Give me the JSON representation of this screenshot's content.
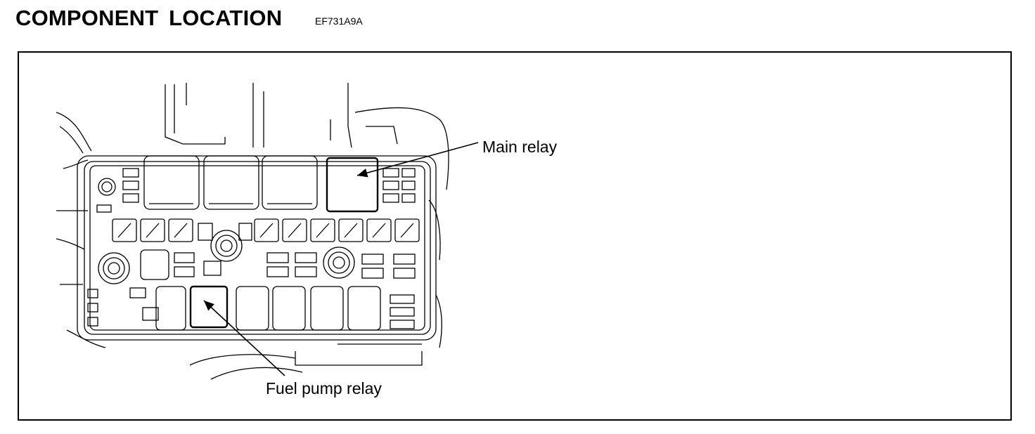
{
  "header": {
    "title": "COMPONENT LOCATION",
    "code": "EF731A9A"
  },
  "diagram": {
    "labels": {
      "main_relay": "Main relay",
      "fuel_pump_relay": "Fuel pump relay"
    }
  }
}
